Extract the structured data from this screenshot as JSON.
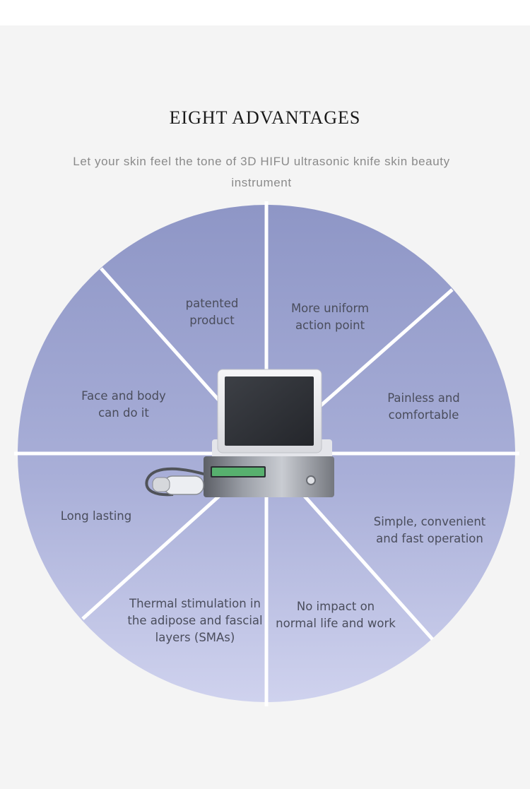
{
  "header": {
    "title": "EIGHT ADVANTAGES",
    "subtitle": "Let your skin feel the tone of 3D HIFU ultrasonic knife skin beauty instrument"
  },
  "advantages": [
    {
      "line1": "patented",
      "line2": "product"
    },
    {
      "line1": "More uniform",
      "line2": "action point"
    },
    {
      "line1": "Painless and",
      "line2": "comfortable"
    },
    {
      "line1": "Simple, convenient",
      "line2": "and fast operation"
    },
    {
      "line1": "No impact on",
      "line2": "normal life and work"
    },
    {
      "line1": "Thermal stimulation in",
      "line2": "the adipose and fascial",
      "line3": "layers (SMAs)"
    },
    {
      "line1": "Long lasting"
    },
    {
      "line1": "Face and body",
      "line2": "can do it"
    }
  ],
  "colors": {
    "wheel_top": "#8e96c6",
    "wheel_bottom": "#cfd2ee",
    "divider": "#ffffff",
    "text": "#4a4d5c"
  }
}
